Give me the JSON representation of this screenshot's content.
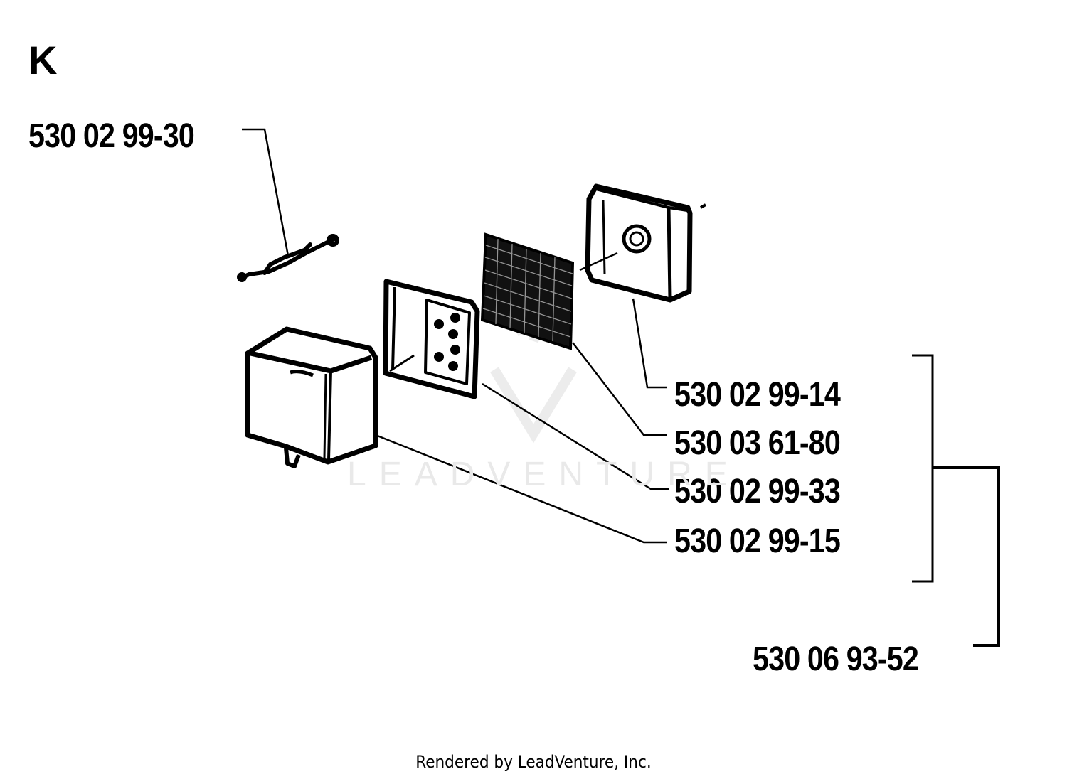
{
  "section_letter": "K",
  "parts": [
    {
      "id": "p1",
      "number": "530 02 99-30",
      "item": "spring-clip"
    },
    {
      "id": "p2",
      "number": "530 02 99-14",
      "item": "filter-cover-rear"
    },
    {
      "id": "p3",
      "number": "530 03 61-80",
      "item": "filter-screen"
    },
    {
      "id": "p4",
      "number": "530 02 99-33",
      "item": "filter-frame"
    },
    {
      "id": "p5",
      "number": "530 02 99-15",
      "item": "filter-housing"
    },
    {
      "id": "p6",
      "number": "530 06 93-52",
      "item": "filter-kit-assembly"
    }
  ],
  "watermark": "LEADVENTURE",
  "footer": "Rendered by LeadVenture, Inc."
}
